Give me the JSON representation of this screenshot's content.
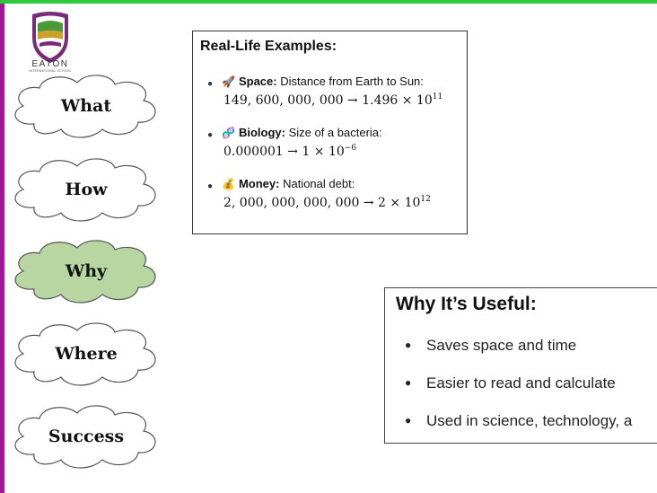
{
  "logo": {
    "text": "EATON",
    "subtext": "INTERNATIONAL SCHOOL"
  },
  "nav": {
    "items": [
      {
        "label": "What",
        "active": false
      },
      {
        "label": "How",
        "active": false
      },
      {
        "label": "Why",
        "active": true
      },
      {
        "label": "Where",
        "active": false
      },
      {
        "label": "Success",
        "active": false
      }
    ]
  },
  "examples": {
    "title": "Real-Life Examples:",
    "items": [
      {
        "icon": "rocket-icon",
        "heading": "Space:",
        "text": "Distance from Earth to Sun:",
        "value": "149, 600, 000, 000 → 1.496 × 10",
        "exponent": "11"
      },
      {
        "icon": "dna-icon",
        "heading": "Biology:",
        "text": "Size of a bacteria:",
        "value": "0.000001 → 1 × 10",
        "exponent": "−6"
      },
      {
        "icon": "money-bag-icon",
        "heading": "Money:",
        "text": "National debt:",
        "value": "2, 000, 000, 000, 000 → 2 × 10",
        "exponent": "12"
      }
    ]
  },
  "useful": {
    "title": "Why It’s Useful:",
    "items": [
      "Saves space and time",
      "Easier to read and calculate",
      "Used in science, technology, a"
    ]
  },
  "colors": {
    "top_bar": "#2fc93a",
    "left_bar": "#a0179a",
    "active_cloud": "#b7d6a2",
    "cloud_fill": "#ffffff"
  }
}
